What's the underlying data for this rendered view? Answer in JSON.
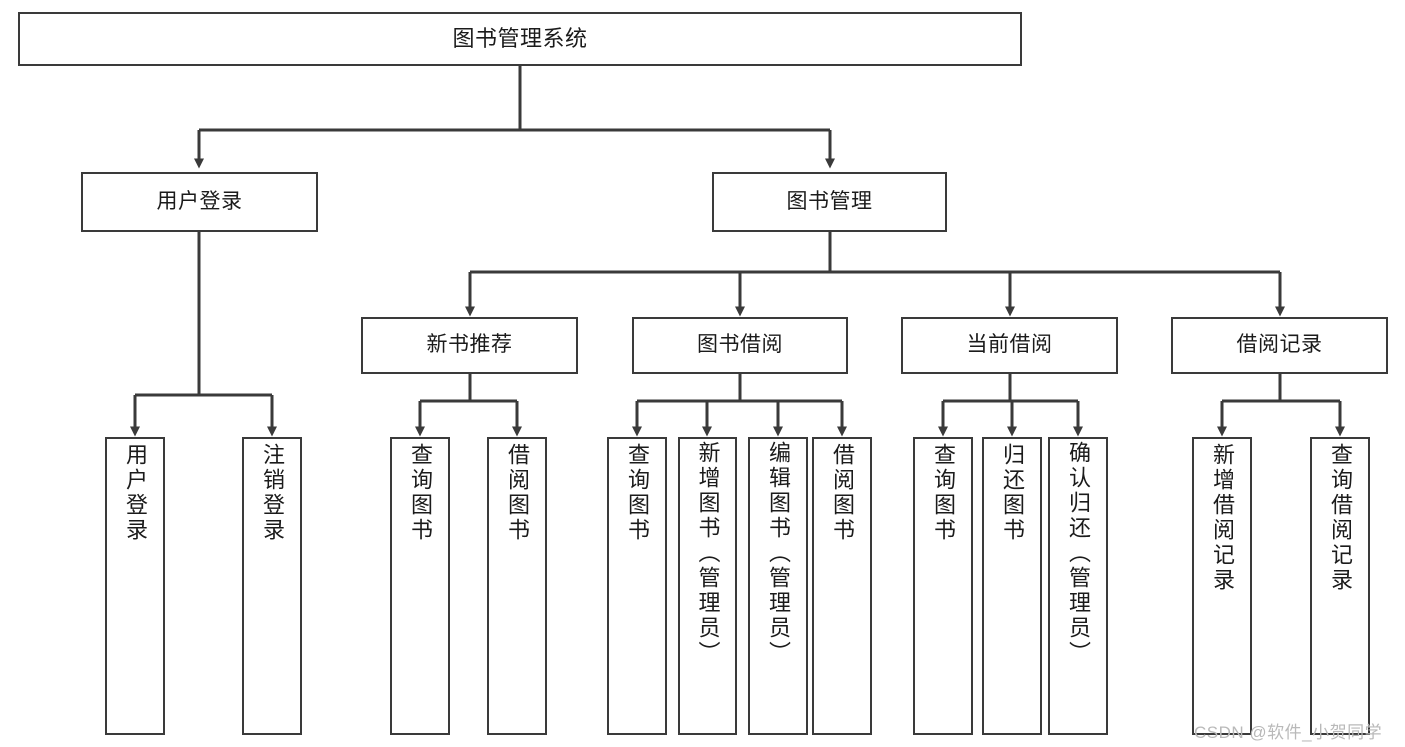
{
  "diagram": {
    "title": "图书管理系统",
    "type": "tree",
    "edge_color": "#3a3a3a",
    "node_border_color": "#3a3a3a",
    "node_fill_color": "#ffffff",
    "text_color": "#1b1b1b"
  },
  "nodes": {
    "root": {
      "label": "图书管理系统"
    },
    "level2": [
      {
        "id": "user-login",
        "label": "用户登录"
      },
      {
        "id": "book-management",
        "label": "图书管理"
      }
    ],
    "level3": [
      {
        "id": "new-book-recommend",
        "label": "新书推荐"
      },
      {
        "id": "book-borrow",
        "label": "图书借阅"
      },
      {
        "id": "current-borrow",
        "label": "当前借阅"
      },
      {
        "id": "borrow-record",
        "label": "借阅记录"
      }
    ],
    "leaves": [
      {
        "id": "leaf-user-login",
        "label": "用户登录",
        "parent": "user-login"
      },
      {
        "id": "leaf-logout-login",
        "label": "注销登录",
        "parent": "user-login"
      },
      {
        "id": "leaf-query-book-1",
        "label": "查询图书",
        "parent": "new-book-recommend"
      },
      {
        "id": "leaf-borrow-book-1",
        "label": "借阅图书",
        "parent": "new-book-recommend"
      },
      {
        "id": "leaf-query-book-2",
        "label": "查询图书",
        "parent": "book-borrow"
      },
      {
        "id": "leaf-add-book",
        "label": "新增图书（管理员）",
        "parent": "book-borrow"
      },
      {
        "id": "leaf-edit-book",
        "label": "编辑图书（管理员）",
        "parent": "book-borrow"
      },
      {
        "id": "leaf-borrow-book-2",
        "label": "借阅图书",
        "parent": "book-borrow"
      },
      {
        "id": "leaf-query-book-3",
        "label": "查询图书",
        "parent": "current-borrow"
      },
      {
        "id": "leaf-return-book",
        "label": "归还图书",
        "parent": "current-borrow"
      },
      {
        "id": "leaf-confirm-return",
        "label": "确认归还（管理员）",
        "parent": "current-borrow"
      },
      {
        "id": "leaf-add-borrow-record",
        "label": "新增借阅记录",
        "parent": "borrow-record"
      },
      {
        "id": "leaf-query-borrow-record",
        "label": "查询借阅记录",
        "parent": "borrow-record"
      }
    ]
  },
  "watermark": {
    "text": "CSDN @软件_小贺同学"
  }
}
